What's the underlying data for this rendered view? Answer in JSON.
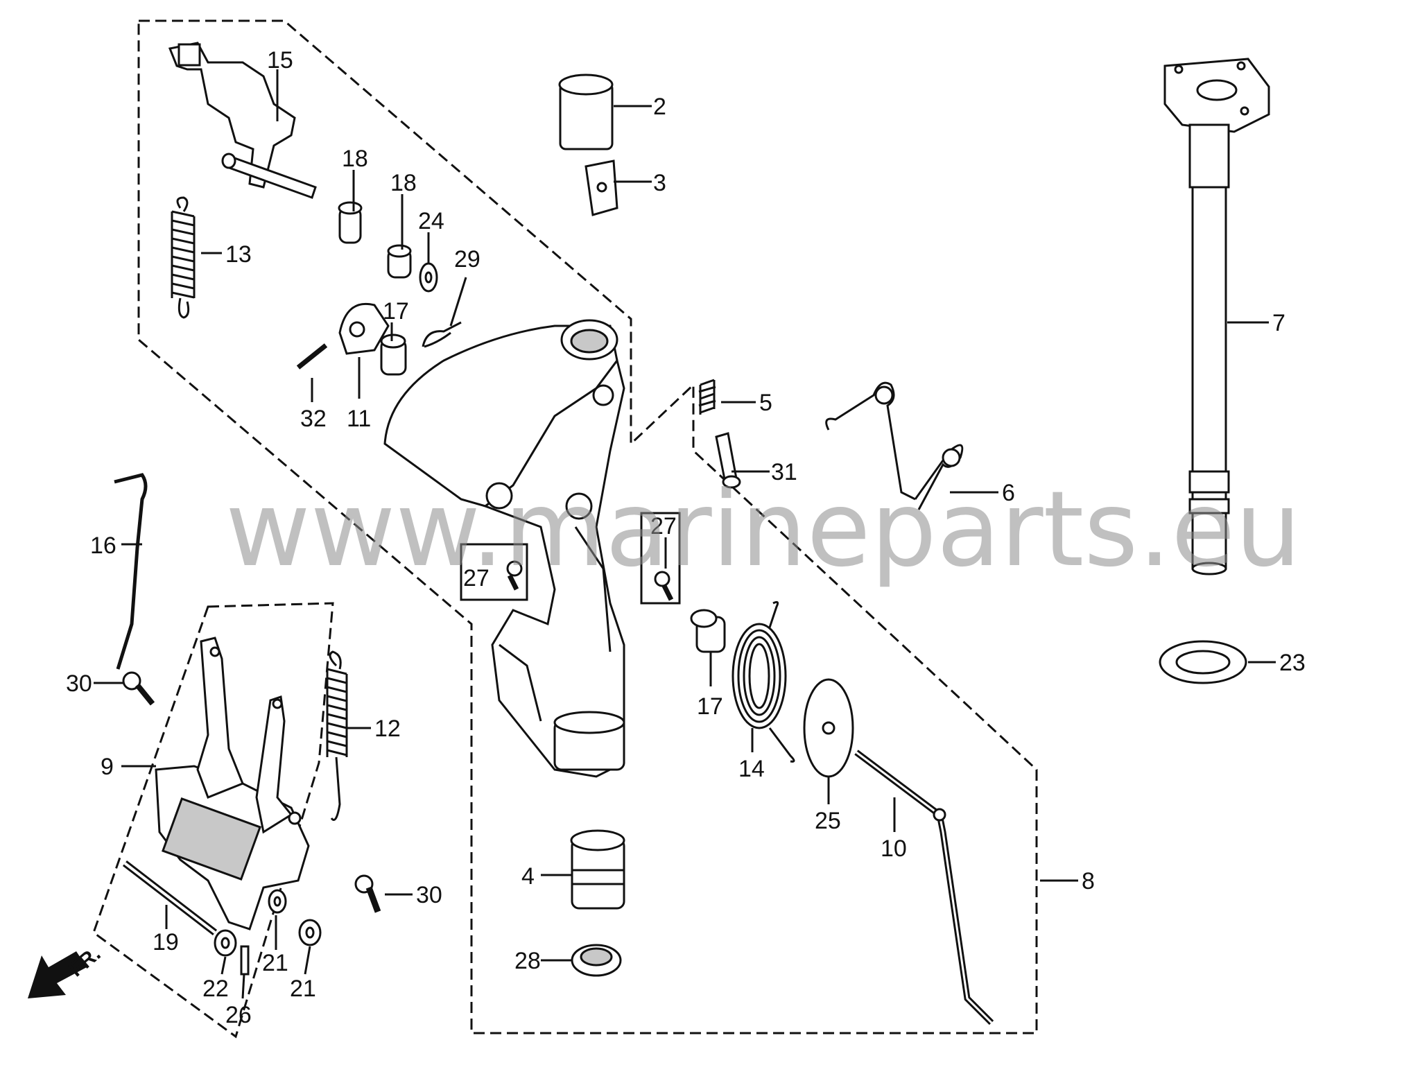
{
  "watermark": "www.marineparts.eu",
  "direction_marker": "FR.",
  "callouts": [
    {
      "id": "c15",
      "number": "15"
    },
    {
      "id": "c18a",
      "number": "18"
    },
    {
      "id": "c18b",
      "number": "18"
    },
    {
      "id": "c24",
      "number": "24"
    },
    {
      "id": "c13",
      "number": "13"
    },
    {
      "id": "c29",
      "number": "29"
    },
    {
      "id": "c17a",
      "number": "17"
    },
    {
      "id": "c32",
      "number": "32"
    },
    {
      "id": "c11",
      "number": "11"
    },
    {
      "id": "c2",
      "number": "2"
    },
    {
      "id": "c3",
      "number": "3"
    },
    {
      "id": "c5",
      "number": "5"
    },
    {
      "id": "c31",
      "number": "31"
    },
    {
      "id": "c6",
      "number": "6"
    },
    {
      "id": "c7",
      "number": "7"
    },
    {
      "id": "c16",
      "number": "16"
    },
    {
      "id": "c27a",
      "number": "27"
    },
    {
      "id": "c27b",
      "number": "27"
    },
    {
      "id": "c30a",
      "number": "30"
    },
    {
      "id": "c12",
      "number": "12"
    },
    {
      "id": "c9",
      "number": "9"
    },
    {
      "id": "c17b",
      "number": "17"
    },
    {
      "id": "c14",
      "number": "14"
    },
    {
      "id": "c25",
      "number": "25"
    },
    {
      "id": "c10",
      "number": "10"
    },
    {
      "id": "c8",
      "number": "8"
    },
    {
      "id": "c23",
      "number": "23"
    },
    {
      "id": "c4",
      "number": "4"
    },
    {
      "id": "c28",
      "number": "28"
    },
    {
      "id": "c30b",
      "number": "30"
    },
    {
      "id": "c19",
      "number": "19"
    },
    {
      "id": "c22",
      "number": "22"
    },
    {
      "id": "c21a",
      "number": "21"
    },
    {
      "id": "c21b",
      "number": "21"
    },
    {
      "id": "c26",
      "number": "26"
    }
  ]
}
